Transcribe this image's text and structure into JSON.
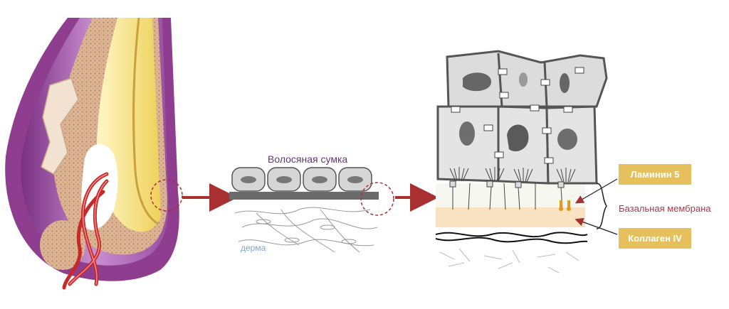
{
  "labels": {
    "hair_sac": "Волосяная сумка",
    "derma": "дерма",
    "laminin": "Ламинин 5",
    "basement_membrane": "Базальная мембрана",
    "collagen": "Коллаген IV"
  },
  "colors": {
    "purple_outer": "#8e3d8f",
    "purple_light": "#cf98d6",
    "tan": "#d7b08d",
    "yellow": "#f2dc6c",
    "cream": "#faf3c0",
    "blood_red": "#c42a2a",
    "arrow_red": "#a83030",
    "cell_gray": "#d6d6d6",
    "cell_stroke": "#555555",
    "membrane_peach": "#f8e2c2",
    "tag_gold": "#e5c05c"
  },
  "icons": {
    "follicle": "hair-follicle-cross-section-icon",
    "zoom_circle": "dashed-zoom-circle-icon",
    "arrow": "right-arrow-icon",
    "desmosome": "desmosome-junction-icon",
    "hemidesmosome": "hemidesmosome-icon"
  }
}
